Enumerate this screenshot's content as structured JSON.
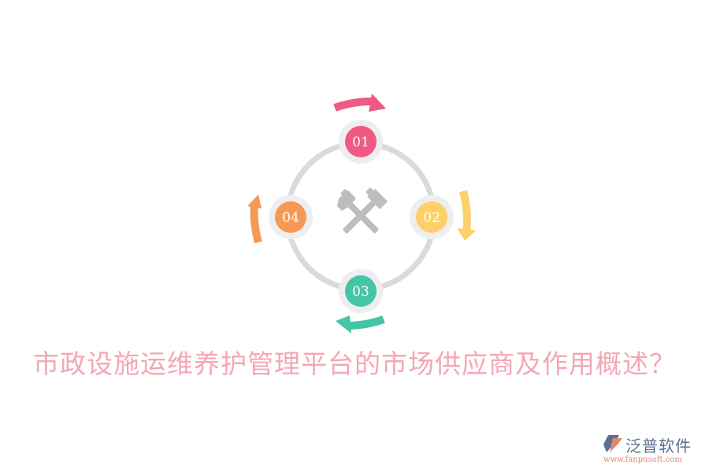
{
  "title": "市政设施运维养护管理平台的市场供应商及作用概述？",
  "colors": {
    "ring": "#dadada",
    "node_halo": "#eeeef0",
    "center_icon": "#bdbdbd",
    "title": "#f4a7b4"
  },
  "diagram": {
    "center_icon": "hammer-crossed-icon",
    "nodes": [
      {
        "label": "01",
        "color": "#ee5a82",
        "position": "top"
      },
      {
        "label": "02",
        "color": "#fdd06a",
        "position": "right"
      },
      {
        "label": "03",
        "color": "#45c5a5",
        "position": "bottom"
      },
      {
        "label": "04",
        "color": "#f69955",
        "position": "left"
      }
    ],
    "arrows": [
      {
        "name": "arrow-top",
        "color": "#ee5a82",
        "direction": "clockwise"
      },
      {
        "name": "arrow-right",
        "color": "#fdd06a",
        "direction": "clockwise"
      },
      {
        "name": "arrow-bottom",
        "color": "#45c5a5",
        "direction": "clockwise"
      },
      {
        "name": "arrow-left",
        "color": "#f69955",
        "direction": "clockwise"
      }
    ]
  },
  "logo": {
    "name": "泛普软件",
    "url": "www.fanpusoft.com"
  }
}
